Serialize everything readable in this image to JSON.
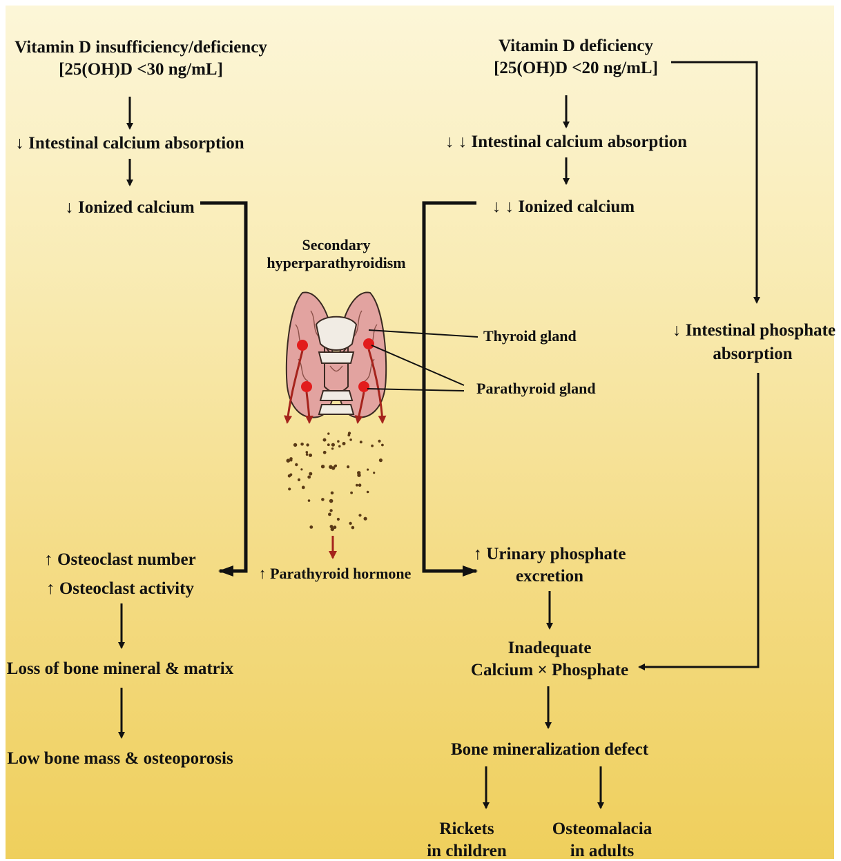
{
  "colors": {
    "background_top": "#fcf6d8",
    "background_bottom": "#efcf5c",
    "text": "#111111",
    "gland": "#e2a3a0",
    "parathyroid": "#e21c1c",
    "hormone_arrow": "#a5231c",
    "hormone_dots": "#5a3a16"
  },
  "left": {
    "title_line1": "Vitamin D insufficiency/deficiency",
    "title_line2": "[25(OH)D <30 ng/mL]",
    "step1": "↓ Intestinal calcium absorption",
    "step2": "↓ Ionized calcium",
    "step3_line1": "↑ Osteoclast number",
    "step3_line2": "↑ Osteoclast activity",
    "step4": "Loss of bone mineral & matrix",
    "step5": "Low bone mass & osteoporosis"
  },
  "center": {
    "title_line1": "Secondary",
    "title_line2": "hyperparathyroidism",
    "thyroid_label": "Thyroid gland",
    "parathyroid_label": "Parathyroid gland",
    "hormone": "↑ Parathyroid hormone"
  },
  "right": {
    "title_line1": "Vitamin D deficiency",
    "title_line2": "[25(OH)D <20 ng/mL]",
    "step1": "↓ ↓ Intestinal calcium absorption",
    "step2": "↓ ↓ Ionized calcium",
    "phosphate_line1": "↓ Intestinal phosphate",
    "phosphate_line2": "absorption",
    "urinary_line1": "↑ Urinary phosphate",
    "urinary_line2": "excretion",
    "product_line1": "Inadequate",
    "product_line2": "Calcium × Phosphate",
    "defect": "Bone mineralization defect",
    "outcome1_line1": "Rickets",
    "outcome1_line2": "in children",
    "outcome2_line1": "Osteomalacia",
    "outcome2_line2": "in adults"
  }
}
